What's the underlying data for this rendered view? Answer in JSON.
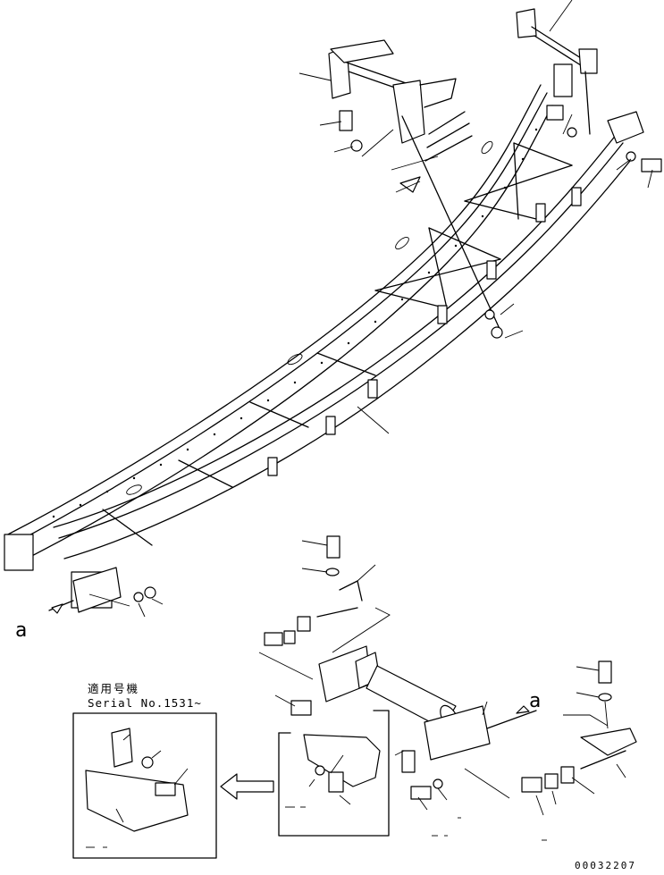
{
  "callouts": {
    "view_marker_left": "a",
    "view_marker_right": "a"
  },
  "serial_note": {
    "title": "適用号機",
    "serial": "Serial No.1531~"
  },
  "drawing_number": "00032207"
}
